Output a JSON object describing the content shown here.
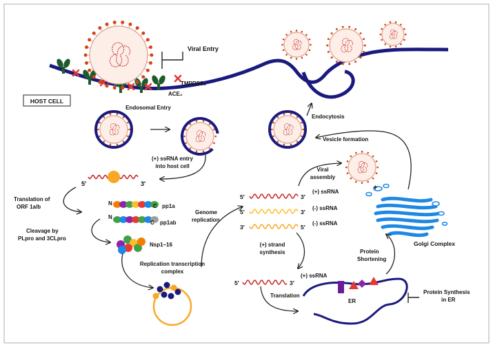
{
  "labels": {
    "viral_entry": "Viral Entry",
    "tmprss2": "TMPRSS₂",
    "ace2": "ACE₂",
    "host_cell": "HOST CELL",
    "endosomal_entry": "Endosomal Entry",
    "ssrna_entry_1": "(+) ssRNA entry",
    "ssrna_entry_2": "into host cell",
    "endocytosis": "Endocytosis",
    "vesicle_formation": "Vesicle formation",
    "viral_assembly_1": "Viral",
    "viral_assembly_2": "assembly",
    "translation_orf_1": "Translation of",
    "translation_orf_2": "ORF 1a/b",
    "pp1a": "pp1a",
    "pp1ab": "pp1ab",
    "n": "N",
    "c": "C",
    "cleavage_1": "Cleavage by",
    "cleavage_2": "PLpro and 3CLpro",
    "nsp": "Nsp1–16",
    "genome_replication_1": "Genome",
    "genome_replication_2": "replication",
    "rtc_1": "Replication transcription",
    "rtc_2": "complex",
    "five_prime": "5′",
    "three_prime": "3′",
    "pos_ssrna": "(+) ssRNA",
    "neg_ssrna": "(-) ssRNA",
    "strand_synth_1": "(+) strand",
    "strand_synth_2": "synthesis",
    "translation": "Translation",
    "er": "ER",
    "protein_synthesis_1": "Protein Synthesis",
    "protein_synthesis_2": "in ER",
    "protein_shortening_1": "Protein",
    "protein_shortening_2": "Shortening",
    "golgi": "Golgi Complex"
  },
  "colors": {
    "membrane": "#1a1a7e",
    "ace2": "#1e5a2a",
    "tmprss2": "#e53935",
    "spike": "#d84315",
    "rna": "#c62828",
    "rna_neg_a": "#f9a825",
    "rna_neg_b": "#fbc02d",
    "golgi": "#1e88e5",
    "rtc_ring": "#f9a825"
  }
}
